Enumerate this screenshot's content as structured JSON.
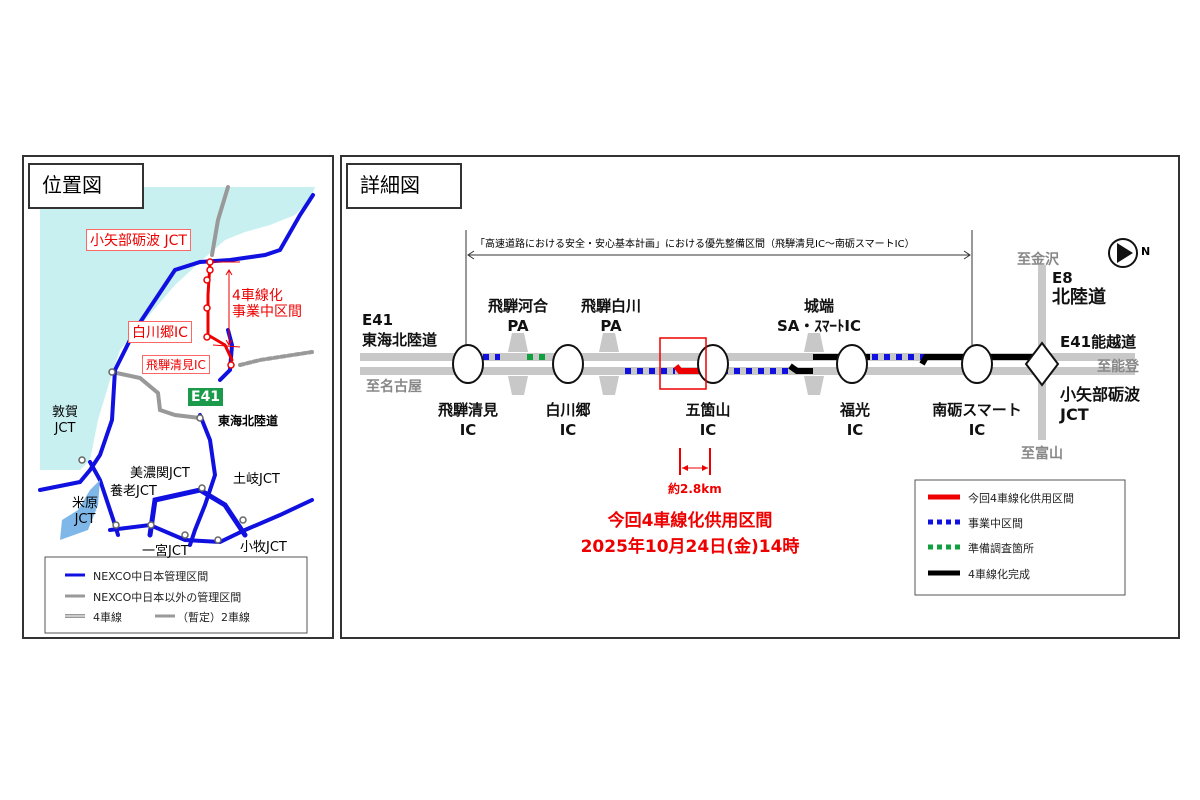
{
  "location_map": {
    "title": "位置図",
    "labels": {
      "oyabe_tonami_jct": "小矢部砺波 JCT",
      "four_lane_project": [
        "4車線化",
        "事業中区間"
      ],
      "shirakawago_ic": "白川郷IC",
      "hida_kiyomi_ic": "飛騨清見IC",
      "route_badge": "E41",
      "tokai_hokuriku": "東海北陸道",
      "tsuruga_jct": [
        "敦賀",
        "JCT"
      ],
      "minoseki_jct": "美濃関JCT",
      "yoro_jct": "養老JCT",
      "toki_jct": "土岐JCT",
      "maibara_jct": [
        "米原",
        "JCT"
      ],
      "ichinomiya_jct": "一宮JCT",
      "komaki_jct": "小牧JCT"
    },
    "legend": {
      "nexco_central": "NEXCO中日本管理区間",
      "other": "NEXCO中日本以外の管理区間",
      "four_lane": "4車線",
      "two_lane": "（暫定）2車線"
    },
    "colors": {
      "nexco": "#1010e0",
      "other": "#999999",
      "highlight": "#ee0000",
      "sea": "#c8f0f0",
      "badge": "#1a9a4a"
    }
  },
  "detail_map": {
    "title": "詳細図",
    "range_label": "「高速道路における安全・安心基本計画」における優先整備区間（飛騨清見IC～南砺スマートIC）",
    "north": "N",
    "route_left": [
      "E41",
      "東海北陸道"
    ],
    "to_nagoya": "至名古屋",
    "to_kanazawa": "至金沢",
    "to_noto": "至能登",
    "to_toyama": "至富山",
    "e8": [
      "E8",
      "北陸道"
    ],
    "noetsu": "E41能越道",
    "facilities_top": [
      {
        "name": "飛騨河合",
        "sub": "PA"
      },
      {
        "name": "飛騨白川",
        "sub": "PA"
      },
      {
        "name": "城端",
        "sub": "SA・ｽﾏｰﾄIC"
      }
    ],
    "facilities_bottom": [
      {
        "name": "飛騨清見",
        "sub": "IC"
      },
      {
        "name": "白川郷",
        "sub": "IC"
      },
      {
        "name": "五箇山",
        "sub": "IC"
      },
      {
        "name": "福光",
        "sub": "IC"
      },
      {
        "name": "南砺スマート",
        "sub": "IC"
      }
    ],
    "jct": [
      "小矢部砺波",
      "JCT"
    ],
    "distance": "約2.8km",
    "announcement": [
      "今回4車線化供用区間",
      "2025年10月24日(金)14時"
    ],
    "legend": [
      {
        "label": "今回4車線化供用区間",
        "color": "#ee0000",
        "style": "solid"
      },
      {
        "label": "事業中区間",
        "color": "#1010e0",
        "style": "dotted"
      },
      {
        "label": "準備調査箇所",
        "color": "#10a040",
        "style": "dotted"
      },
      {
        "label": "4車線化完成",
        "color": "#000000",
        "style": "solid"
      }
    ]
  }
}
